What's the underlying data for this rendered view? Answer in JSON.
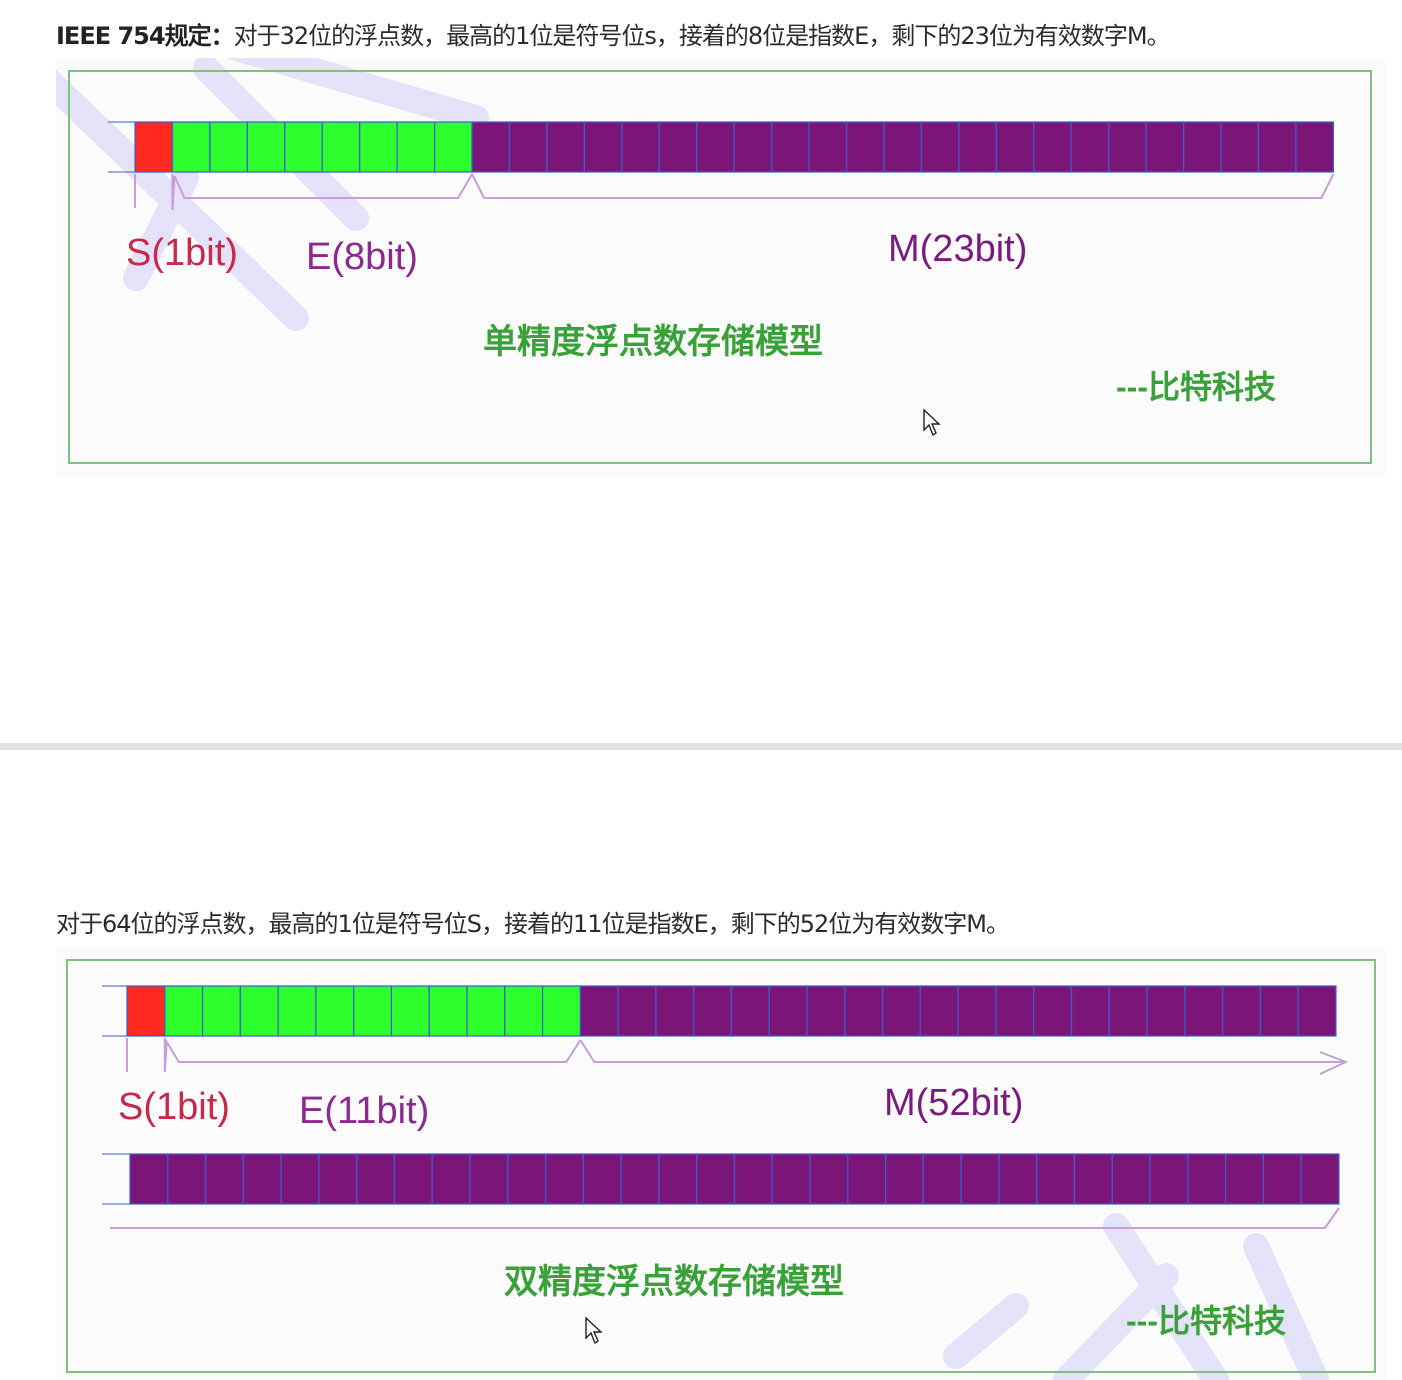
{
  "section1": {
    "heading_bold": "IEEE 754规定：",
    "heading_text": "对于32位的浮点数，最高的1位是符号位s，接着的8位是指数E，剩下的23位为有效数字M。",
    "labels": {
      "sign": "S(1bit)",
      "exponent": "E(8bit)",
      "mantissa": "M(23bit)"
    },
    "caption": "单精度浮点数存储模型",
    "credit": "---比特科技",
    "bits": {
      "sign": 1,
      "exponent": 8,
      "mantissa": 23
    }
  },
  "section2": {
    "heading_text": "对于64位的浮点数，最高的1位是符号位S，接着的11位是指数E，剩下的52位为有效数字M。",
    "labels": {
      "sign": "S(1bit)",
      "exponent": "E(11bit)",
      "mantissa": "M(52bit)"
    },
    "caption": "双精度浮点数存储模型",
    "credit": "---比特科技",
    "bits": {
      "sign": 1,
      "exponent": 11,
      "mantissa": 52
    }
  },
  "colors": {
    "sign": "#ff2a1f",
    "exponent": "#2cff2c",
    "mantissa": "#7b1678",
    "cell_border": "#3d5bd1",
    "bracket": "#c79ed6",
    "frame": "#7fbf7f",
    "label_sign": "#c8284a",
    "label_exp": "#8a2a8e",
    "label_mant": "#7a1c7e",
    "caption": "#3aa03a",
    "watermark": "#e4e2f8"
  }
}
